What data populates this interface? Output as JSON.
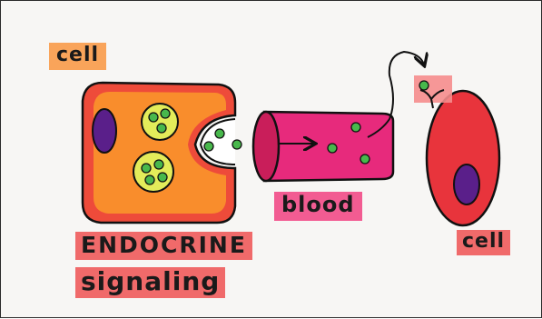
{
  "labels": {
    "cell_top": "cell",
    "endocrine": "ENDOCRINE",
    "signaling": "signaling",
    "blood": "blood",
    "cell_right": "cell"
  },
  "colors": {
    "secreting_cell_body": "#f98d2c",
    "secreting_cell_border": "#ee4b3a",
    "nucleus": "#5a1f8a",
    "vesicle": "#e3ec5a",
    "hormone": "#48b84c",
    "vessel": "#e72a7c",
    "vessel_opening": "#c91e5a",
    "target_cell": "#e8343c",
    "receptor_pad": "#f58d8d",
    "label_orange": "#f9a45a",
    "label_pink": "#f25c92",
    "label_red": "#f06a6a"
  }
}
